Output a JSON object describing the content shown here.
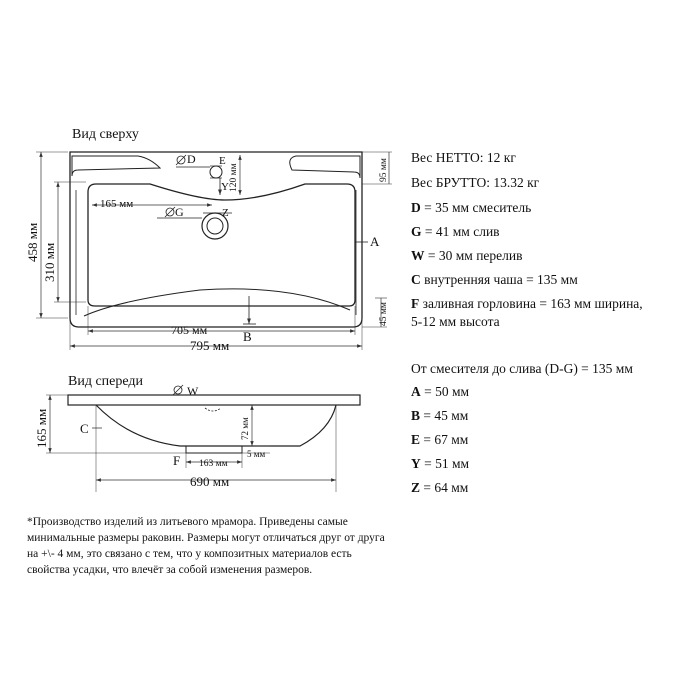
{
  "views": {
    "top": {
      "title": "Вид сверху",
      "dims": {
        "overall_depth": "458 мм",
        "inner_depth": "310 мм",
        "faucet_offset": "165 мм",
        "inner_width": "705 мм",
        "overall_width": "795 мм",
        "faucet_depth": "120 мм",
        "back_rim": "95 мм",
        "front_rim": "45 мм"
      },
      "markers": {
        "D": "D",
        "E": "E",
        "Y": "Y",
        "G": "G",
        "Z": "Z",
        "A": "A",
        "B": "B"
      }
    },
    "front": {
      "title": "Вид спереди",
      "dims": {
        "height": "165 мм",
        "bowl_depth": "72 мм",
        "neck_width": "163 мм",
        "neck_height": "5 мм",
        "bottom_width": "690 мм"
      },
      "markers": {
        "W": "W",
        "C": "C",
        "F": "F"
      }
    }
  },
  "specs": {
    "weight_net": "Вес НЕТТО: 12 кг",
    "weight_gross": "Вес БРУТТО: 13.32 кг",
    "params": [
      {
        "key": "D",
        "text": " = 35 мм смеситель"
      },
      {
        "key": "G",
        "text": " = 41 мм слив"
      },
      {
        "key": "W",
        "text": " = 30 мм перелив"
      },
      {
        "key": "C",
        "text": " внутренняя чаша = 135 мм"
      },
      {
        "key": "F",
        "text": " заливная горловина = 163 мм ширина,"
      }
    ],
    "params_cont": "5-12 мм высота",
    "distance": "От смесителя до слива (D-G) = 135 мм",
    "dims": [
      {
        "key": "A",
        "text": " = 50 мм"
      },
      {
        "key": "B",
        "text": " = 45 мм"
      },
      {
        "key": "E",
        "text": " = 67 мм"
      },
      {
        "key": "Y",
        "text": " = 51 мм"
      },
      {
        "key": "Z",
        "text": " = 64 мм"
      }
    ]
  },
  "note": [
    "*Производство изделий из литьевого мрамора. Приведены самые",
    "минимальные размеры раковин. Размеры могут отличаться друг от друга",
    "на +\\- 4 мм, это связано с тем, что у композитных материалов есть",
    "свойства усадки, что влечёт за собой изменения размеров."
  ]
}
